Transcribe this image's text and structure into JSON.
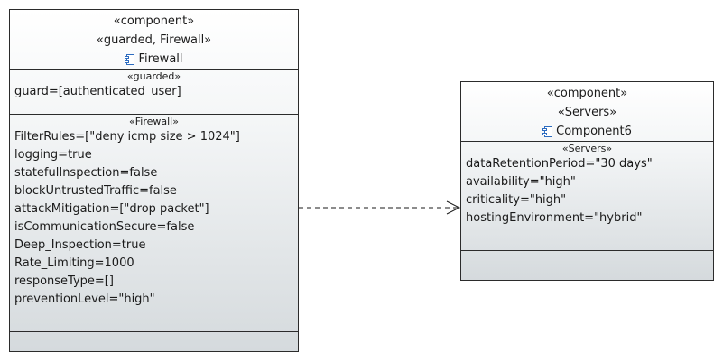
{
  "firewall_box": {
    "header_stereotype_1": "«component»",
    "header_stereotype_2": "«guarded, Firewall»",
    "name": "Firewall",
    "guarded_section": {
      "title": "«guarded»",
      "attributes": [
        "guard=[authenticated_user]"
      ]
    },
    "firewall_section": {
      "title": "«Firewall»",
      "attributes": [
        "FilterRules=[\"deny icmp size > 1024\"]",
        "logging=true",
        "statefulInspection=false",
        "blockUntrustedTraffic=false",
        "attackMitigation=[\"drop packet\"]",
        "isCommunicationSecure=false",
        "Deep_Inspection=true",
        "Rate_Limiting=1000",
        "responseType=[]",
        "preventionLevel=\"high\""
      ]
    }
  },
  "servers_box": {
    "header_stereotype_1": "«component»",
    "header_stereotype_2": "«Servers»",
    "name": "Component6",
    "servers_section": {
      "title": "«Servers»",
      "attributes": [
        "dataRetentionPeriod=\"30 days\"",
        "availability=\"high\"",
        "criticality=\"high\"",
        "hostingEnvironment=\"hybrid\""
      ]
    }
  },
  "icons": {
    "component": "component-icon"
  },
  "colors": {
    "border": "#2b2b2b",
    "icon_blue": "#2d6cc0",
    "connector": "#1a1a1a"
  }
}
